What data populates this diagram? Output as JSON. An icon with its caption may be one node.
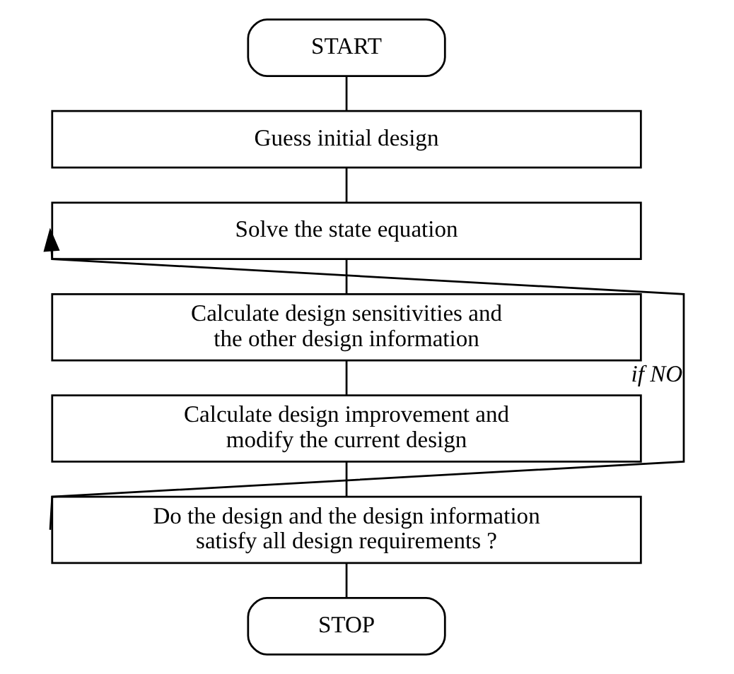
{
  "diagram": {
    "nodes": [
      {
        "text": [
          "START"
        ]
      },
      {
        "text": [
          "Guess initial design"
        ]
      },
      {
        "text": [
          "Solve the state equation"
        ]
      },
      {
        "text": [
          "Calculate design sensitivities and the other design information"
        ]
      },
      {
        "text": [
          "Calculate design improvement and modify the current design"
        ]
      },
      {
        "text": [
          "Do the design and the design information satisfy all design requirements ?"
        ]
      },
      {
        "text": [
          "STOP"
        ]
      }
    ],
    "edges": [
      {
        "from": 0,
        "to": 1,
        "arrow": "none"
      },
      {
        "from": 1,
        "to": 2,
        "arrow": "none"
      },
      {
        "from": 2,
        "to": 3,
        "arrow": "none"
      },
      {
        "from": 3,
        "to": 4,
        "arrow": "none"
      },
      {
        "from": 4,
        "to": 5,
        "arrow": "none"
      },
      {
        "from": 5,
        "to": 6,
        "arrow": "none"
      },
      {
        "from": 5,
        "to": 2,
        "arrow": "to",
        "label": "if NO"
      }
    ]
  }
}
